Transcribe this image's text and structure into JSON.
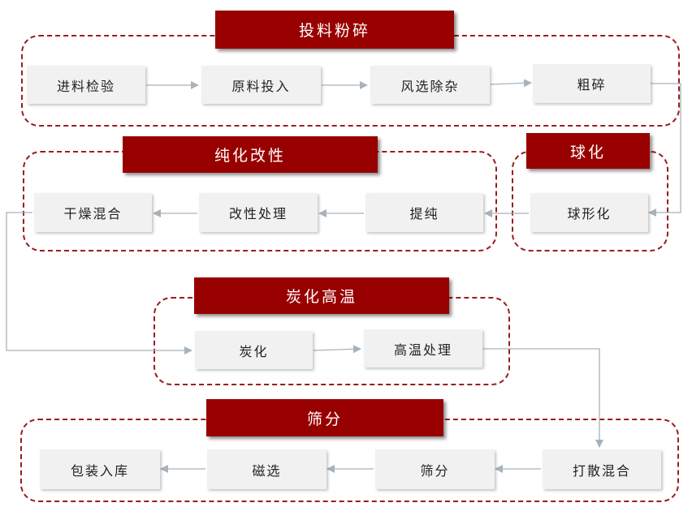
{
  "stages": {
    "feed_crush": "投料粉碎",
    "purify_modify": "纯化改性",
    "spheroidize": "球化",
    "carbonize_heat": "炭化高温",
    "screening": "筛分"
  },
  "steps": {
    "incoming_inspection": "进料检验",
    "raw_material_feeding": "原料投入",
    "air_separation": "风选除杂",
    "coarse_crushing": "粗碎",
    "spheroidizing": "球形化",
    "purification": "提纯",
    "modification": "改性处理",
    "drying_mixing": "干燥混合",
    "carbonization": "炭化",
    "high_temp_treatment": "高温处理",
    "dispersing_mixing": "打散混合",
    "sieving": "筛分",
    "magnetic_separation": "磁选",
    "packing_storage": "包装入库"
  },
  "colors": {
    "banner": "#980000",
    "dashed_border": "#9b1c20",
    "step_fill": "#f1f1f1",
    "arrow": "#a8b2ba"
  }
}
